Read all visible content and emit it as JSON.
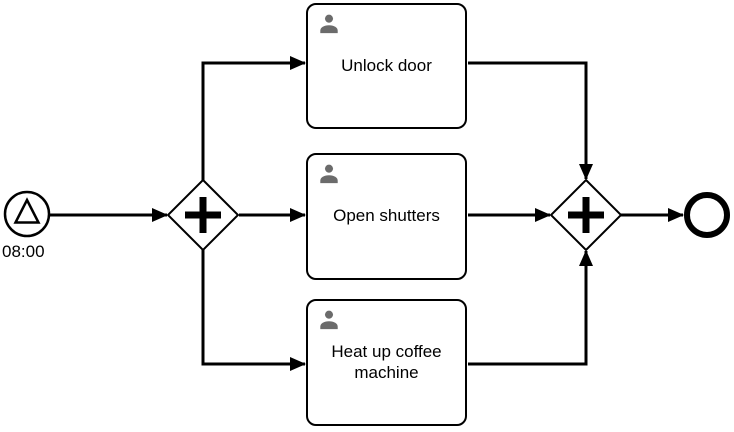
{
  "process": {
    "start_event": {
      "label": "08:00",
      "icon": "signal-triangle-icon"
    },
    "gateways": {
      "split": {
        "type": "parallel",
        "symbol": "+"
      },
      "join": {
        "type": "parallel",
        "symbol": "+"
      }
    },
    "tasks": [
      {
        "label": "Unlock door",
        "icon": "user-icon"
      },
      {
        "label": "Open shutters",
        "icon": "user-icon"
      },
      {
        "label": "Heat up coffee machine",
        "icon": "user-icon"
      }
    ],
    "end_event": {
      "type": "end"
    },
    "flows": [
      {
        "from": "start-event",
        "to": "parallel-gateway-split"
      },
      {
        "from": "parallel-gateway-split",
        "to": "task-unlock-door"
      },
      {
        "from": "parallel-gateway-split",
        "to": "task-open-shutters"
      },
      {
        "from": "parallel-gateway-split",
        "to": "task-heat-up-coffee-machine"
      },
      {
        "from": "task-unlock-door",
        "to": "parallel-gateway-join"
      },
      {
        "from": "task-open-shutters",
        "to": "parallel-gateway-join"
      },
      {
        "from": "task-heat-up-coffee-machine",
        "to": "parallel-gateway-join"
      },
      {
        "from": "parallel-gateway-join",
        "to": "end-event"
      }
    ],
    "colors": {
      "stroke": "#000000",
      "shape_fill": "#ffffff",
      "user_icon_gray": "#6b6b6b",
      "text": "#000000",
      "background": "#ffffff"
    }
  }
}
